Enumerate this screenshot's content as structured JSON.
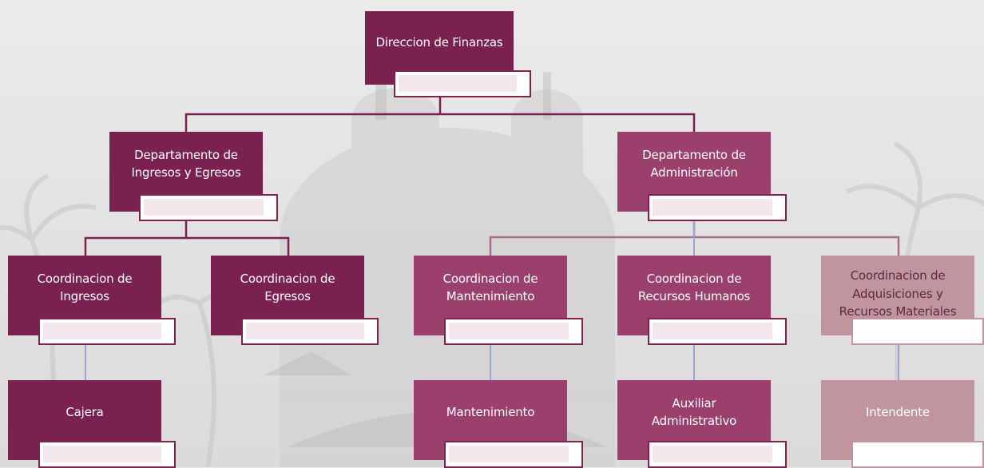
{
  "chart_data": {
    "type": "org-chart",
    "nodes": [
      {
        "id": "dir",
        "label": "Direccion de Finanzas",
        "parent": null
      },
      {
        "id": "dep-ing",
        "label": "Departamento de\nIngresos y Egresos",
        "parent": "dir"
      },
      {
        "id": "dep-adm",
        "label": "Departamento de\nAdministración",
        "parent": "dir"
      },
      {
        "id": "co-ing",
        "label": "Coordinacion de\nIngresos",
        "parent": "dep-ing"
      },
      {
        "id": "co-egr",
        "label": "Coordinacion de\nEgresos",
        "parent": "dep-ing"
      },
      {
        "id": "co-man",
        "label": "Coordinacion de\nMantenimiento",
        "parent": "dep-adm"
      },
      {
        "id": "co-rh",
        "label": "Coordinacion de\nRecursos Humanos",
        "parent": "dep-adm"
      },
      {
        "id": "co-adq",
        "label": "Coordinacion de\nAdquisiciones y\nRecursos Materiales",
        "parent": "dep-adm"
      },
      {
        "id": "cajera",
        "label": "Cajera",
        "parent": "co-ing"
      },
      {
        "id": "mant",
        "label": "Mantenimiento",
        "parent": "co-man"
      },
      {
        "id": "aux",
        "label": "Auxiliar\nAdministrativo",
        "parent": "co-rh"
      },
      {
        "id": "int",
        "label": "Intendente",
        "parent": "co-adq"
      }
    ]
  },
  "colors": {
    "dark": "#7a2150",
    "medium": "#9b3f6d",
    "light": "#c0959f",
    "connector_dark": "#7a2150",
    "connector_light": "#9aa6d0"
  }
}
